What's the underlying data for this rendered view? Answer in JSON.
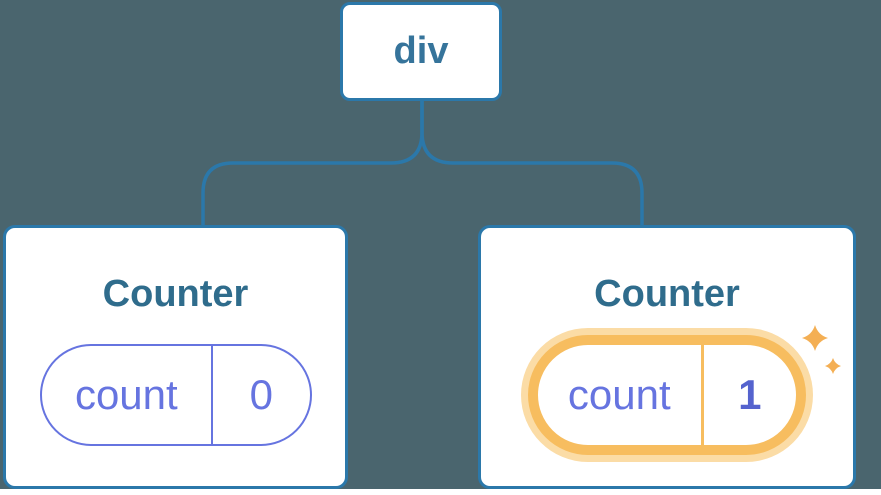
{
  "colors": {
    "background": "#4A656E",
    "card-bg": "#FFFFFF",
    "node-border": "#2B78AA",
    "connector": "#2B78AA",
    "node-label": "#36749B",
    "card-title": "#2F6C8C",
    "state-accent": "#6674E0",
    "state-value-bold": "#5563CE",
    "highlight": "#F7BD5F",
    "highlight-halo": "#FBDCA6",
    "sparkle": "#F4AF54"
  },
  "tree": {
    "root": {
      "label": "div"
    },
    "children": [
      {
        "title": "Counter",
        "state_key": "count",
        "state_value": "0",
        "highlighted": false
      },
      {
        "title": "Counter",
        "state_key": "count",
        "state_value": "1",
        "highlighted": true
      }
    ]
  }
}
